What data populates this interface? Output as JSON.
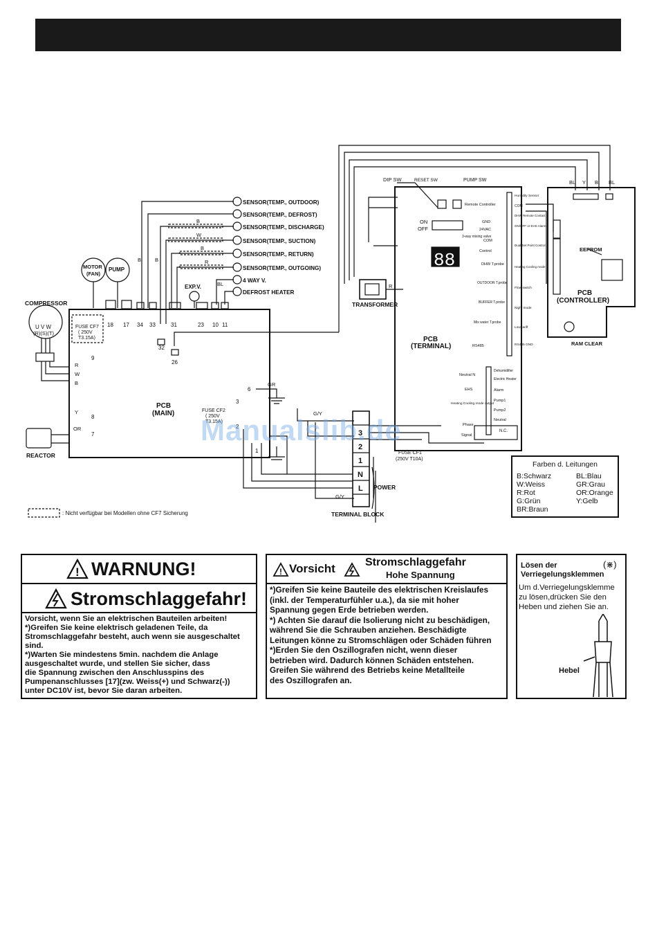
{
  "labels": {
    "compressor": "COMPRESSOR",
    "comp_terms": "U  V  W",
    "comp_terms2": "(R)(S)(T)",
    "motor": "MOTOR",
    "fan": "(FAN)",
    "pump": "PUMP",
    "reactor": "REACTOR",
    "exp_v": "EXP.V.",
    "transformer": "TRANSFORMER",
    "terminal_block": "TERMINAL BLOCK",
    "power": "POWER",
    "ram_clear": "RAM CLEAR",
    "eeprom": "EEPROM",
    "dip_sw": "DIP SW",
    "reset_sw": "RESET SW",
    "pump_sw": "PUMP SW",
    "on": "ON",
    "off": "OFF",
    "seg": "88",
    "fuse_cf7_a": "FUSE CF7",
    "fuse_cf7_b": "( 250V",
    "fuse_cf7_c": "T3.15A)",
    "fuse_cf2_a": "FUSE CF2",
    "fuse_cf2_b": "( 250V",
    "fuse_cf2_c": "T3.15A)",
    "fuse_cf1_a": "FUSE CF1",
    "fuse_cf1_b": "(250V T10A)",
    "cf7_note": ": Nicht verfügbar bei Modellen ohne CF7 Sicherung"
  },
  "pcb_main": {
    "line1": "PCB",
    "line2": "(MAIN)"
  },
  "pcb_terminal": {
    "line1": "PCB",
    "line2": "(TERMINAL)"
  },
  "pcb_controller": {
    "line1": "PCB",
    "line2": "(CONTROLLER)"
  },
  "sensors": [
    "SENSOR(TEMP., OUTDOOR)",
    "SENSOR(TEMP., DEFROST)",
    "SENSOR(TEMP., DISCHARGE)",
    "SENSOR(TEMP., SUCTION)",
    "SENSOR(TEMP., RETURN)",
    "SENSOR(TEMP., OUTGOING)",
    "4 WAY V.",
    "DEFROST HEATER"
  ],
  "connectors_main": [
    "18",
    "17",
    "34",
    "33",
    "32",
    "31",
    "26",
    "23",
    "10",
    "11",
    "9",
    "8",
    "7",
    "6",
    "3",
    "2",
    "1"
  ],
  "terminal_block": [
    "3",
    "2",
    "1",
    "N",
    "L"
  ],
  "wire_colors": {
    "b": "B",
    "w": "W",
    "r": "R",
    "y": "Y",
    "or": "OR",
    "gr": "GR",
    "gy": "G/Y",
    "bl": "BL"
  },
  "terminal_left": [
    "Remote Controller",
    "GND",
    "24VAC",
    "COM",
    "Control",
    "3-way mixing valve",
    "DHW T.probe",
    "OUTDOOR T.probe",
    "BUFFER T.probe",
    "Mix water T.probe",
    "RS485",
    "Neutral N",
    "EHS",
    "Heating Cooling mode output",
    "Phase",
    "Signal"
  ],
  "terminal_right": [
    "Humidity Sensor",
    "COM",
    "DHW Remote Contact",
    "ON/OFF or EHS Alarm",
    "Dual Set Point Control",
    "Heating Cooling mode",
    "Flow switch",
    "Night mode",
    "Low tariff",
    "RS485 GND",
    "Dehumidifier",
    "Electric Heater",
    "Alarm",
    "Pump1",
    "Pump2",
    "Neutral",
    "N.C."
  ],
  "legend": {
    "title": "Farben d. Leitungen",
    "items": [
      "B:Schwarz",
      "BL:Blau",
      "W:Weiss",
      "GR:Grau",
      "R:Rot",
      "OR:Orange",
      "G:Grün",
      "Y:Gelb",
      "BR:Braun"
    ]
  },
  "warning": {
    "title": "WARNUNG!",
    "subtitle": "Stromschlaggefahr!",
    "lines": [
      "Vorsicht, wenn Sie an elektrischen Bauteilen arbeiten!",
      "*)Greifen Sie keine elektrisch geladenen Teile, da",
      "Stromschlaggefahr besteht, auch wenn sie ausgeschaltet",
      "sind.",
      "*)Warten Sie mindestens 5min. nachdem die Anlage",
      "ausgeschaltet wurde, und stellen Sie sicher, dass",
      "die Spannung zwischen den Anschlusspins des",
      "Pumpenanschlusses [17](zw. Weiss(+) und Schwarz(-))",
      "unter DC10V ist, bevor Sie daran arbeiten."
    ]
  },
  "caution": {
    "word": "Vorsicht",
    "title": "Stromschlaggefahr",
    "subtitle": "Hohe Spannung",
    "lines": [
      "*)Greifen Sie keine Bauteile des elektrischen Kreislaufes",
      "(inkl. der Temperaturfühler u.a.), da sie mit hoher",
      "Spannung gegen Erde betrieben werden.",
      "*) Achten Sie darauf die Isolierung nicht zu beschädigen,",
      "während Sie die Schrauben anziehen. Beschädigte",
      "Leitungen könne zu Stromschlägen oder Schäden führen",
      "*)Erden Sie den Oszillografen nicht, wenn dieser",
      "betrieben wird. Dadurch können Schäden entstehen.",
      "Greifen Sie während des Betriebs keine Metallteile",
      "des Oszillografen an."
    ]
  },
  "release": {
    "title1": "Lösen der",
    "title2": "Verriegelungsklemmen",
    "lines": [
      "Um d.Verriegelungsklemme",
      "zu lösen,drücken Sie den",
      "Heben und ziehen Sie an."
    ],
    "hebel": "Hebel"
  },
  "watermark": "Manualslib.de"
}
